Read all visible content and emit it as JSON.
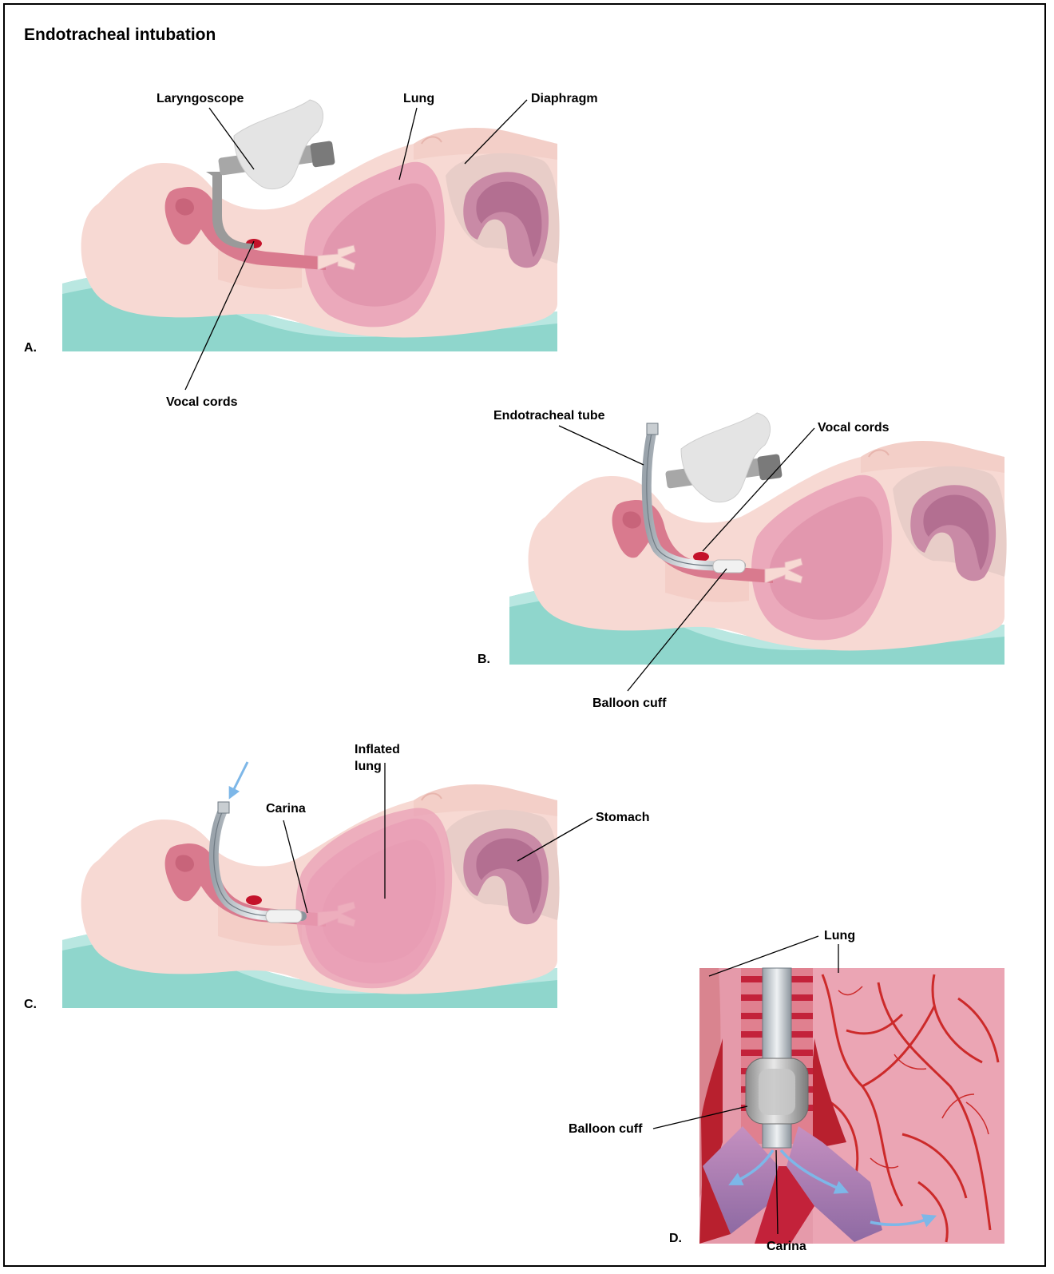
{
  "title": "Endotracheal intubation",
  "panels": {
    "a": {
      "letter": "A.",
      "labels": {
        "laryngoscope": "Laryngoscope",
        "lung": "Lung",
        "diaphragm": "Diaphragm",
        "vocal_cords": "Vocal cords"
      }
    },
    "b": {
      "letter": "B.",
      "labels": {
        "endotracheal_tube": "Endotracheal tube",
        "vocal_cords": "Vocal cords",
        "balloon_cuff": "Balloon cuff"
      }
    },
    "c": {
      "letter": "C.",
      "labels": {
        "inflated_lung_1": "Inflated",
        "inflated_lung_2": "lung",
        "carina": "Carina",
        "stomach": "Stomach"
      }
    },
    "d": {
      "letter": "D.",
      "labels": {
        "lung": "Lung",
        "balloon_cuff": "Balloon cuff",
        "carina": "Carina"
      }
    }
  },
  "colors": {
    "skin": "#f7d9d3",
    "skin_dark": "#efc6bf",
    "lung": "#e9a3b8",
    "lung_dark": "#d98aa2",
    "stomach": "#c98aa6",
    "mattress": "#8fd6cc",
    "mattress_dark": "#6ecdc2",
    "airway": "#d97a8e",
    "vocal": "#c4122a",
    "glove": "#e4e4e4",
    "scope": "#9a9a9a",
    "vessel": "#cc2a2a",
    "airflow": "#7db7e8"
  }
}
